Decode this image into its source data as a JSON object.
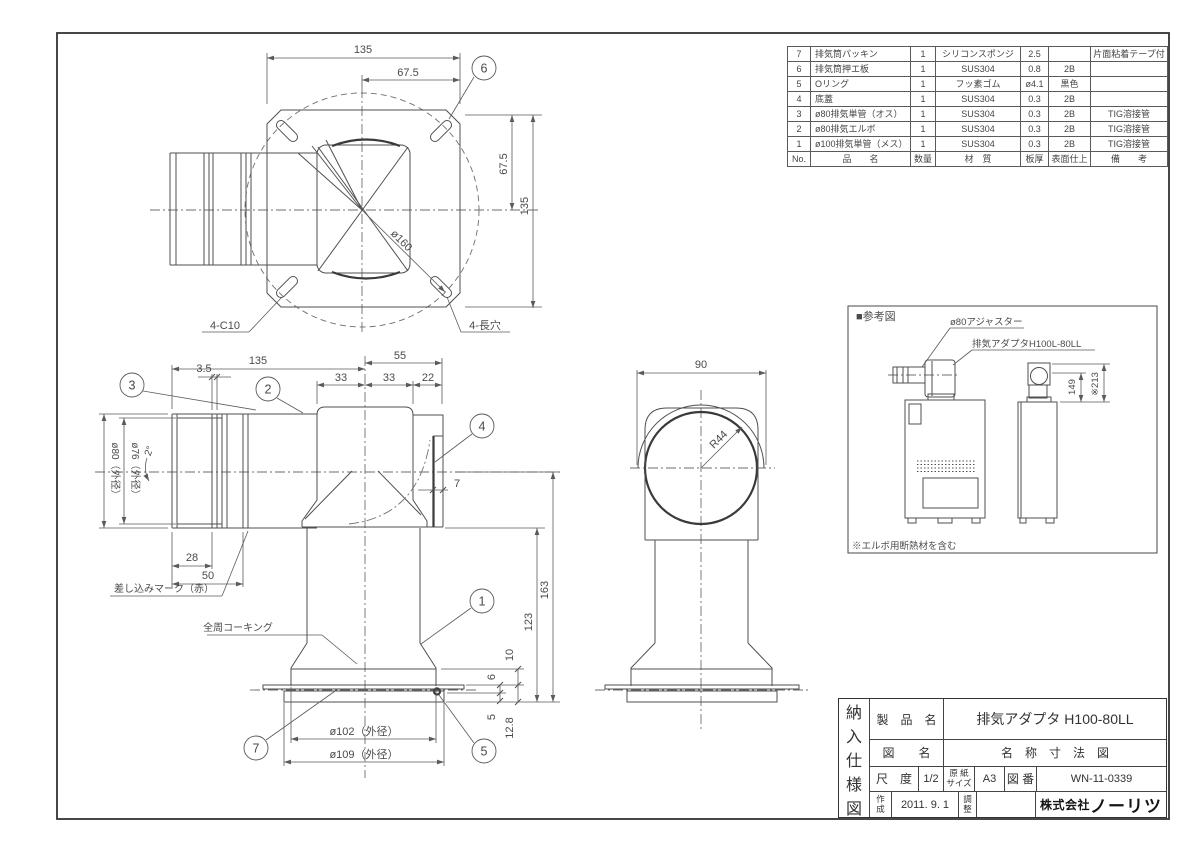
{
  "top_view": {
    "dim_width": "135",
    "dim_half_width": "67.5",
    "dim_half_height": "67.5",
    "dim_height": "135",
    "dim_circle": "ø160",
    "label_chamfer": "4-C10",
    "label_slot": "4-長穴",
    "callout_plate": "6"
  },
  "side_view": {
    "dim_length": "135",
    "dim_band": "3.5",
    "dim_right": "55",
    "dim_seg1": "33",
    "dim_seg2": "33",
    "dim_seg3": "22",
    "dim_pipe_od": "ø80（外径）",
    "dim_pipe_id": "ø76（外径）",
    "dim_angle": "2°",
    "dim_insert1": "28",
    "dim_insert2": "50",
    "label_insert": "差し込みマーク（赤）",
    "label_caulk": "全周コーキング",
    "dim_cap": "7",
    "dim_h_total": "163",
    "dim_h_stand": "123",
    "dim_h_flare": "10",
    "dim_h_plate": "6",
    "dim_h_skirt": "5",
    "dim_h_flange": "12.8",
    "dim_flange_od": "ø102（外径）",
    "dim_base_od": "ø109（外径）",
    "callout_pipe100": "1",
    "callout_elbow": "2",
    "callout_pipe80": "3",
    "callout_cap": "4",
    "callout_oring": "5",
    "callout_packing": "7"
  },
  "front_view": {
    "dim_width": "90",
    "dim_radius": "R44"
  },
  "reference": {
    "title": "■参考図",
    "label_adjuster": "ø80アジャスター",
    "label_adapter": "排気アダプタH100L-80LL",
    "dim_height1": "149",
    "dim_height2": "※213",
    "note": "※エルボ用断熱材を含む"
  },
  "parts_table": {
    "headers": [
      "No.",
      "品　　名",
      "数量",
      "材　質",
      "板厚",
      "表面仕上",
      "備　　考"
    ],
    "rows": [
      [
        "7",
        "排気筒パッキン",
        "1",
        "シリコンスポンジ",
        "2.5",
        "",
        "片面粘着テープ付"
      ],
      [
        "6",
        "排気筒押エ板",
        "1",
        "SUS304",
        "0.8",
        "2B",
        ""
      ],
      [
        "5",
        "Oリング",
        "1",
        "フッ素ゴム",
        "ø4.1",
        "黒色",
        ""
      ],
      [
        "4",
        "底蓋",
        "1",
        "SUS304",
        "0.3",
        "2B",
        ""
      ],
      [
        "3",
        "ø80排気単管（オス）",
        "1",
        "SUS304",
        "0.3",
        "2B",
        "TIG溶接管"
      ],
      [
        "2",
        "ø80排気エルボ",
        "1",
        "SUS304",
        "0.3",
        "2B",
        "TIG溶接管"
      ],
      [
        "1",
        "ø100排気単管（メス）",
        "1",
        "SUS304",
        "0.3",
        "2B",
        "TIG溶接管"
      ]
    ]
  },
  "title_block": {
    "doc_chars": [
      "納",
      "入",
      "仕",
      "様",
      "図"
    ],
    "product_label": "製　品　名",
    "product_value": "排気アダプタ H100-80LL",
    "figure_label": "図　　名",
    "figure_value": "名　称　寸　法　図",
    "scale_label": "尺　度",
    "scale_value": "1/2",
    "paper_label": [
      "原 紙",
      "サイズ"
    ],
    "paper_value": "A3",
    "number_label": "図 番",
    "number_value": "WN-11-0339",
    "created_label": [
      "作",
      "成"
    ],
    "created_value": "2011. 9. 1",
    "adjust_label": [
      "調",
      "整"
    ],
    "company_prefix": "株式会社",
    "company_name": "ノーリツ"
  }
}
